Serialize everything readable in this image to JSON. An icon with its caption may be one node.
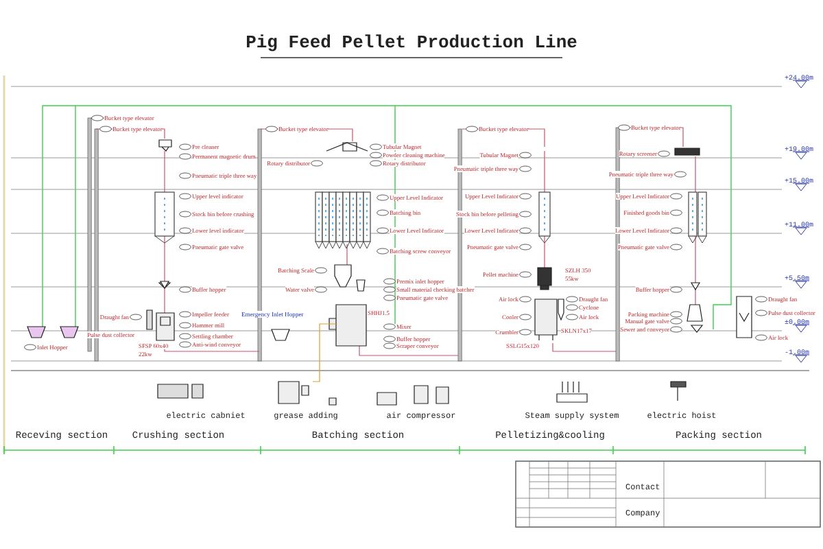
{
  "diagram": {
    "title": "Pig Feed Pellet Production Line",
    "nodes": [
      {
        "text": [],
        "shape": "box",
        "beside": [
          "grease adding"
        ]
      },
      {
        "text": [],
        "shape": "box"
      }
    ],
    "edges": [
      {
        "from": 1,
        "to": 0,
        "arrow": "none",
        "color": "#e89a2a"
      }
    ],
    "labels": [
      "Bucket type elevator",
      "Bucket type elevator",
      "Pre cleaner",
      "Permanent magnetic drum",
      "Pneumatic triple three way",
      "Upper level indicator",
      "Stock bin before crushing",
      "Lower level indicator",
      "Pneumatic gate valve",
      "Buffer hopper",
      "Impeller feeder",
      "Hammer mill",
      "Settling chamber",
      "Anti-wind conveyor",
      "Draught fan",
      "Pulse dust collector",
      "Inlet Hopper",
      "SFSP 60x40",
      "22kw",
      "Emergency Inlet Hopper",
      "Bucket type elevator",
      "Tubular Magnet",
      "Powder cleaning machine",
      "Rotary distributor",
      "Rotary distributor",
      "Upper Level Indicator",
      "Batching bin",
      "Lower Level Indicator",
      "Batching screw conveyor",
      "Batching Scale",
      "Water valve",
      "Premix inlet hopper",
      "Small material checking batcher",
      "Pneumatic gate valve",
      "SHHJ1.5",
      "Mixer",
      "Buffer hopper",
      "Scraper conveyor",
      "Bucket type elevator",
      "Tubular Magnet",
      "Pneumatic triple three way",
      "Upper Level Indicator",
      "Stock bin before pelleting",
      "Lower Level Indicator",
      "Pneumatic gate valve",
      "Pellet machine",
      "SZLH 350",
      "55kw",
      "Air lock",
      "Cooler",
      "Crumbler",
      "SSLG15x120",
      "Draught fan",
      "Cyclone",
      "Air lock",
      "SKLN17x17",
      "Bucket type elevator",
      "Rotary screener",
      "Pneumatic triple three way",
      "Upper Level Indicator",
      "Finished goods bin",
      "Lower Level Indicator",
      "Pneumatic gate valve",
      "Buffer hopper",
      "Packing machine",
      "Manual gate valve",
      "Sewer and conveyor",
      "Draught fan",
      "Pulse dust collector",
      "Air lock",
      "+24.00m",
      "+19.00m",
      "+15.00m",
      "+11.00m",
      "+5.50m",
      "±0.00m",
      "-1.00m",
      "electric cabniet",
      "air compressor",
      "Steam supply system",
      "electric hoist",
      "Receving section",
      "Crushing section",
      "Batching section",
      "Pelletizing&cooling",
      "Packing section",
      "Contact",
      "Company"
    ]
  }
}
